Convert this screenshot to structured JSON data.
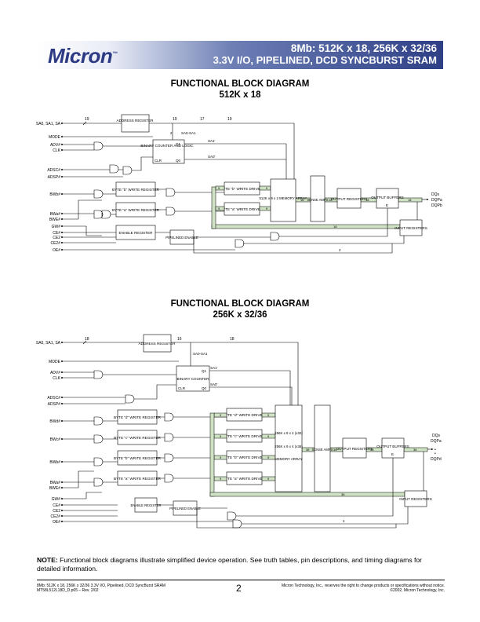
{
  "header": {
    "logo": "Micron",
    "title_line1": "8Mb: 512K x 18, 256K x 32/36",
    "title_line2": "3.3V I/O, PIPELINED, DCD SYNCBURST SRAM"
  },
  "diagram1": {
    "heading": "FUNCTIONAL BLOCK DIAGRAM",
    "subheading": "512K x 18",
    "signals": [
      "SA0, SA1, SA",
      "MODE",
      "ADV#",
      "CLK",
      "ADSC#",
      "ADSP#",
      "BWb#",
      "BWa#",
      "BWE#",
      "GW#",
      "CE#",
      "CE2",
      "CE2#",
      "OE#"
    ],
    "blocks": {
      "address_register": "ADDRESS REGISTER",
      "binary_counter": "BINARY COUNTER AND LOGIC",
      "byte_b_write_register": "BYTE \"b\" WRITE REGISTER",
      "byte_a_write_register": "BYTE \"a\" WRITE REGISTER",
      "enable_register": "ENABLE REGISTER",
      "pipelined_enable": "PIPELINED ENABLE",
      "byte_b_write_driver": "BYTE \"b\" WRITE DRIVER",
      "byte_a_write_driver": "BYTE \"a\" WRITE DRIVER",
      "memory_array": "512K x 9 x 2 MEMORY ARRAY",
      "sense_amps": "SENSE AMPS",
      "output_registers": "OUTPUT REGISTERS",
      "output_buffers": "OUTPUT BUFFERS",
      "input_registers": "INPUT REGISTERS"
    },
    "counter_pins": {
      "q1": "Q1",
      "q0": "Q0",
      "clr": "CLR"
    },
    "bus_labels": {
      "addr_in": "19",
      "addr_out": "19",
      "counter_bus": "17",
      "addr_to_array": "19",
      "sa0_sa1": "SA0-SA1",
      "two": "2",
      "sa1_prime": "SA1'",
      "sa0_prime": "SA0'",
      "nine_b": "9",
      "nine_a": "9",
      "nine_b2": "9",
      "nine_a2": "9",
      "array_out": "18",
      "sense_out": "18",
      "or_out": "18",
      "ob_out": "18",
      "feedback": "18",
      "oe_bus": "2",
      "e": "E"
    },
    "outputs": [
      "DQs",
      "DQPa",
      "DQPb"
    ]
  },
  "diagram2": {
    "heading": "FUNCTIONAL BLOCK DIAGRAM",
    "subheading": "256K x 32/36",
    "signals": [
      "SA0, SA1, SA",
      "MODE",
      "ADV#",
      "CLK",
      "ADSC#",
      "ADSP#",
      "BWd#",
      "BWc#",
      "BWb#",
      "BWa#",
      "BWE#",
      "GW#",
      "CE#",
      "CE2",
      "CE2#",
      "OE#"
    ],
    "blocks": {
      "address_register": "ADDRESS REGISTER",
      "binary_counter": "BINARY COUNTER",
      "byte_d_write_register": "BYTE \"d\" WRITE REGISTER",
      "byte_c_write_register": "BYTE \"c\" WRITE REGISTER",
      "byte_b_write_register": "BYTE \"b\" WRITE REGISTER",
      "byte_a_write_register": "BYTE \"a\" WRITE REGISTER",
      "enable_register": "ENABLE REGISTER",
      "pipelined_enable": "PIPELINED ENABLE",
      "byte_d_write_driver": "BYTE \"d\" WRITE DRIVER",
      "byte_c_write_driver": "BYTE \"c\" WRITE DRIVER",
      "byte_b_write_driver": "BYTE \"b\" WRITE DRIVER",
      "byte_a_write_driver": "BYTE \"a\" WRITE DRIVER",
      "memory_array_1": "256K x 8 x 4 (x32)",
      "memory_array_2": "256K x 9 x 4 (x36)",
      "memory_array_3": "MEMORY ARRAY",
      "sense_amps": "SENSE AMPS",
      "output_registers": "OUTPUT REGISTERS",
      "output_buffers": "OUTPUT BUFFERS",
      "input_registers": "INPUT REGISTERS"
    },
    "counter_pins": {
      "q1": "Q1",
      "q0": "Q0",
      "clr": "CLR"
    },
    "bus_labels": {
      "addr_in": "18",
      "addr_out": "16",
      "addr_to_array": "18",
      "sa0_sa1": "SA0-SA1",
      "sa1_prime": "SA1'",
      "sa0_prime": "SA0'",
      "nine": "9",
      "array_out": "36",
      "sense_out": "36",
      "or_out": "36",
      "ob_out": "36",
      "feedback": "36",
      "oe_bus": "4",
      "e": "E"
    },
    "outputs": [
      "DQs",
      "DQPa",
      "•",
      "•",
      "DQPd"
    ]
  },
  "note": {
    "label": "NOTE:",
    "text": "Functional block diagrams illustrate simplified device operation. See truth tables, pin descriptions, and timing diagrams for detailed information."
  },
  "footer": {
    "left_line1": "8Mb: 512K x 18, 256K x 32/36 3.3V I/O, Pipelined, DCD SyncBurst SRAM",
    "left_line2": "MT58L512L18D_D.p65 – Rev. 2/02",
    "page": "2",
    "right_line1": "Micron Technology, Inc., reserves the right to change products or specifications without notice.",
    "right_line2": "©2002, Micron Technology, Inc."
  }
}
